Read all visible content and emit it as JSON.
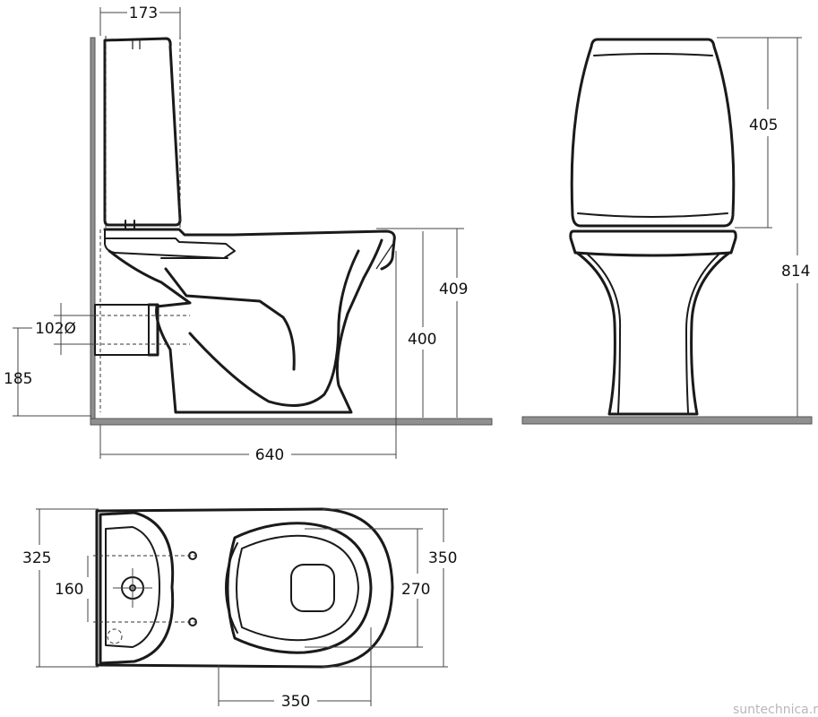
{
  "dimensions": {
    "side_tank_depth": "173",
    "side_pipe_diameter": "102Ø",
    "side_outlet_height": "185",
    "side_total_length": "640",
    "side_bowl_height": "409",
    "side_seat_height": "400",
    "front_tank_height": "405",
    "front_total_height": "814",
    "plan_tank_width": "325",
    "plan_mount_spacing": "160",
    "plan_bowl_width": "350",
    "plan_inner_width": "270",
    "plan_opening_length": "350"
  },
  "watermark": "suntechnica.ru",
  "colors": {
    "line": "#1a1a1a",
    "floor": "#8f8f8f",
    "watermark": "#b7b7b7"
  }
}
